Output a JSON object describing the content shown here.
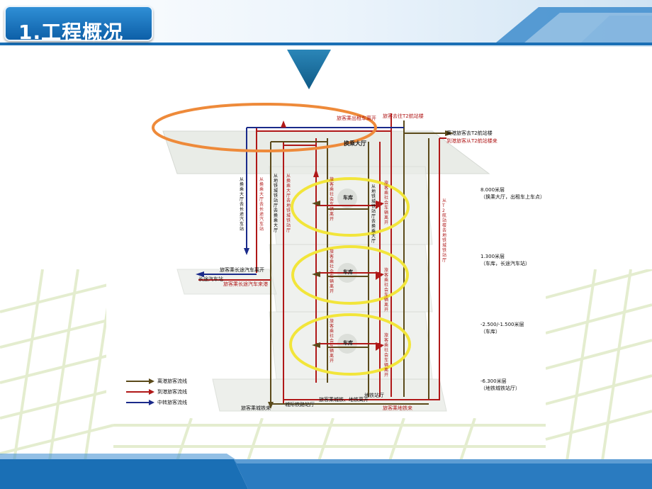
{
  "header": {
    "title": "1.工程概况"
  },
  "colors": {
    "title_gradient_top": "#2f8fd6",
    "title_gradient_bottom": "#0d5fa8",
    "footer_blue": "#1a6fb5",
    "arrow_teal": "#1d6f9a",
    "departing_flow": "#5b4a1a",
    "arriving_flow": "#b01818",
    "transfer_flow": "#1a2a8a",
    "highlight_yellow": "#f2e53a",
    "highlight_orange": "#ee8a3a"
  },
  "diagram": {
    "top_labels": {
      "hall_exit": "旅客乘出租车离开",
      "to_t2": "旅客去往T2航站楼",
      "hk_departure": "离港旅客去T2航站楼",
      "from_t2": "到港旅客从T2航站楼来",
      "transfer_hall": "换乘大厅"
    },
    "levels": [
      {
        "elev": "8.000米层",
        "desc": "（换乘大厅，出租车上车点）"
      },
      {
        "elev": "1.300米层",
        "desc": "（车库，长途汽车站）"
      },
      {
        "elev": "-2.500/-1.500米层",
        "desc": "（车库）"
      },
      {
        "elev": "-6.300米层",
        "desc": "（地铁城铁站厅）"
      }
    ],
    "garage_label": "车库",
    "garage_pickup": "旅客乘社会车辆离开",
    "bus_station": "长途汽车站",
    "bus_exit": "旅客乘长途汽车离开",
    "bus_arrive": "旅客乘长途汽车来港",
    "intercity_station": "城际铁路站厅",
    "metro_station": "地铁站厅",
    "intercity_passenger": "旅客乘城铁来",
    "metro_passenger_a": "旅客乘城铁、地铁离开",
    "metro_passenger_b": "旅客乘地铁来",
    "vertical_labels": [
      "从换乘大厅去长途汽车站",
      "从换乘大厅去长途汽车站",
      "从地铁城铁站厅去换乘大厅",
      "从换乘大厅去地铁城铁站厅",
      "从地铁城铁站厅去换乘大厅",
      "从T2航站楼去地铁城铁站厅"
    ],
    "legend": [
      {
        "label": "离港旅客流线",
        "color": "#5b4a1a"
      },
      {
        "label": "到港旅客流线",
        "color": "#b01818"
      },
      {
        "label": "中转旅客流线",
        "color": "#1a2a8a"
      }
    ]
  }
}
